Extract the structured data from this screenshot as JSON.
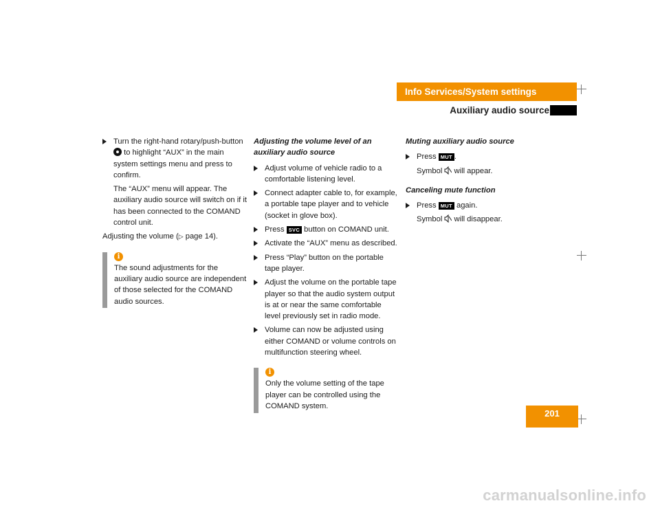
{
  "header": {
    "title": "Info Services/System settings",
    "subtitle": "Auxiliary audio source"
  },
  "page_number": "201",
  "colors": {
    "accent": "#f29100",
    "info_bar": "#9a9a9a"
  },
  "col1": {
    "bullet1_pre": "Turn the right-hand rotary/push-button",
    "bullet1_post": "to highlight “AUX” in the main system settings menu and press to confirm.",
    "note": "The “AUX” menu will appear. The auxiliary audio source will switch on if it has been connected to the COMAND control unit.",
    "adjust_pre": "Adjusting the volume (",
    "adjust_arrow": "▷",
    "adjust_post": " page 14).",
    "info": "The sound adjustments for the auxiliary audio source are independent of those selected for the COMAND audio sources."
  },
  "col2": {
    "heading": "Adjusting the volume level of an auxiliary audio source",
    "b1": "Adjust volume of vehicle radio to a comfortable listening level.",
    "b2": "Connect adapter cable to, for example, a portable tape player and to vehicle (socket in glove box).",
    "b3_pre": "Press",
    "b3_key": "SVC",
    "b3_post": "button on COMAND unit.",
    "b4": "Activate the “AUX” menu as described.",
    "b5": "Press “Play” button on the portable tape player.",
    "b6": "Adjust the volume on the portable tape player so that the audio system output is at or near the same comfortable level previously set in radio mode.",
    "b7": "Volume can now be adjusted using either COMAND or volume controls on multifunction steering wheel.",
    "info": "Only the volume setting of the tape player can be controlled using the COMAND system."
  },
  "col3": {
    "heading1": "Muting auxiliary audio source",
    "press": "Press",
    "mute_key": "MUT",
    "period": ".",
    "symbol": "Symbol",
    "will_appear": "will appear.",
    "heading2": "Canceling mute function",
    "again": "again.",
    "will_disappear": "will disappear."
  },
  "watermark": "carmanualsonline.info",
  "icons": {
    "info": "info-icon",
    "knob": "rotary-knob-icon",
    "mute": "speaker-mute-icon",
    "bullet": "triangle-bullet-icon",
    "cross": "crosshair-mark-icon"
  }
}
